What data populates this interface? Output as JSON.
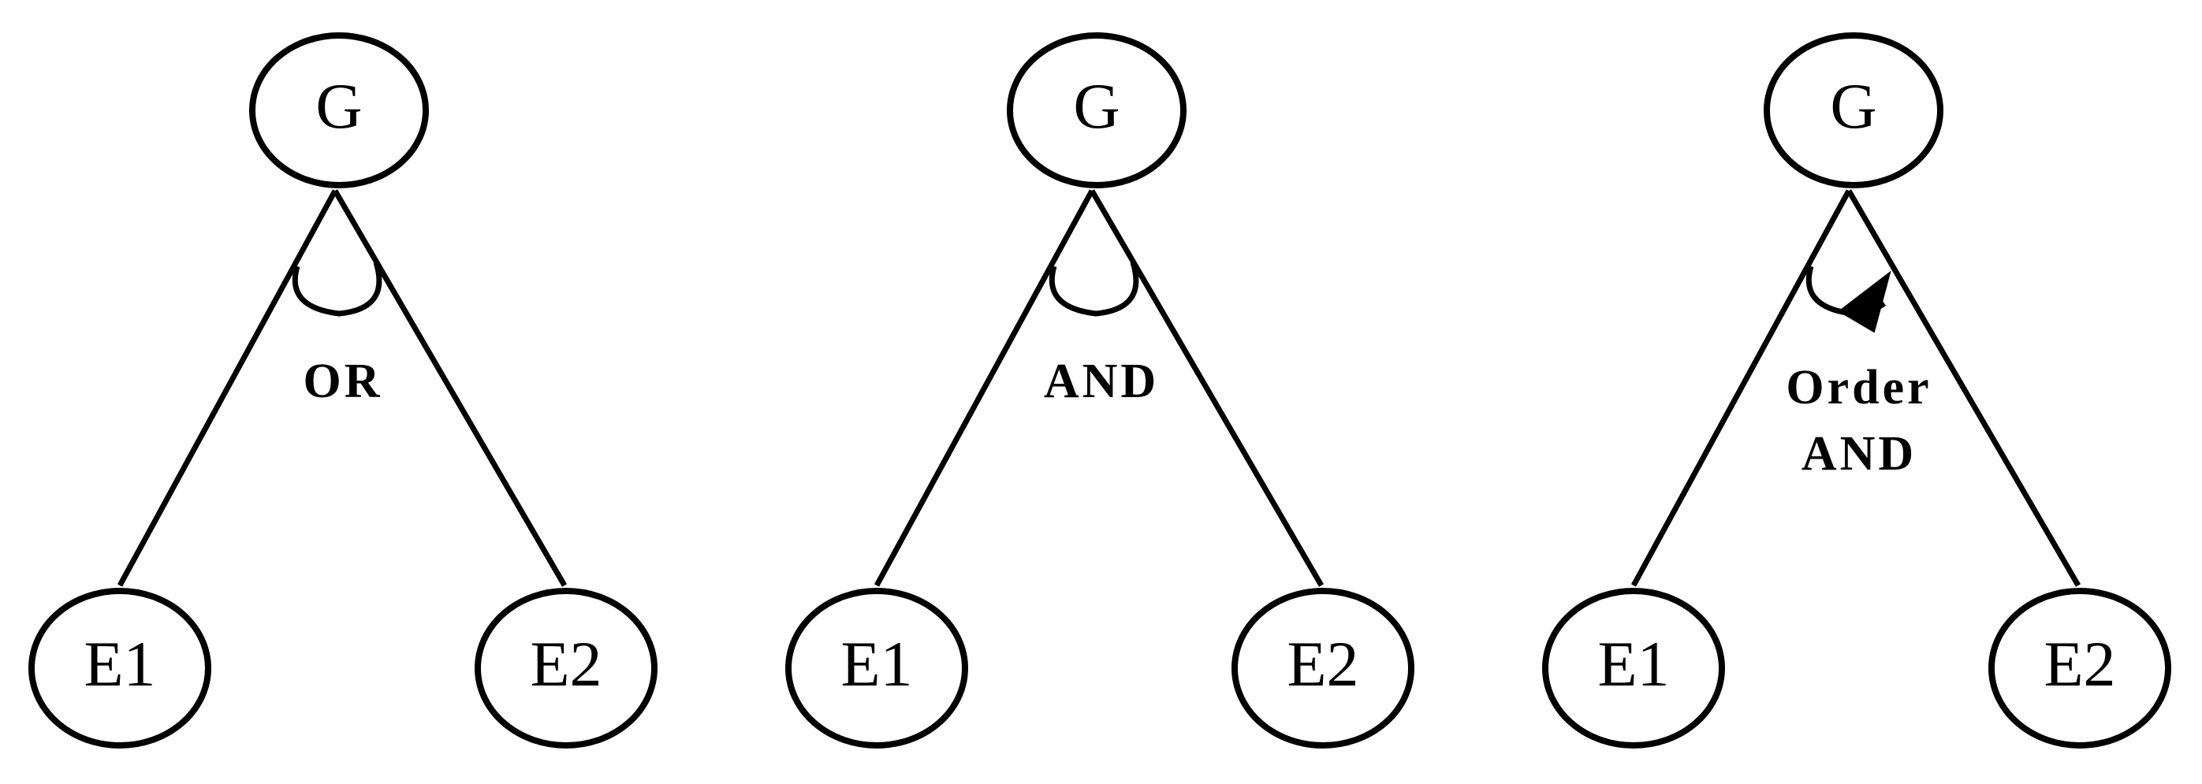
{
  "diagrams": [
    {
      "root": "G",
      "children": [
        "E1",
        "E2"
      ],
      "gate_lines": [
        "OR"
      ],
      "gate_type": "or",
      "ordered": false
    },
    {
      "root": "G",
      "children": [
        "E1",
        "E2"
      ],
      "gate_lines": [
        "AND"
      ],
      "gate_type": "and",
      "ordered": false
    },
    {
      "root": "G",
      "children": [
        "E1",
        "E2"
      ],
      "gate_lines": [
        "Order",
        "AND"
      ],
      "gate_type": "and",
      "ordered": true
    }
  ]
}
